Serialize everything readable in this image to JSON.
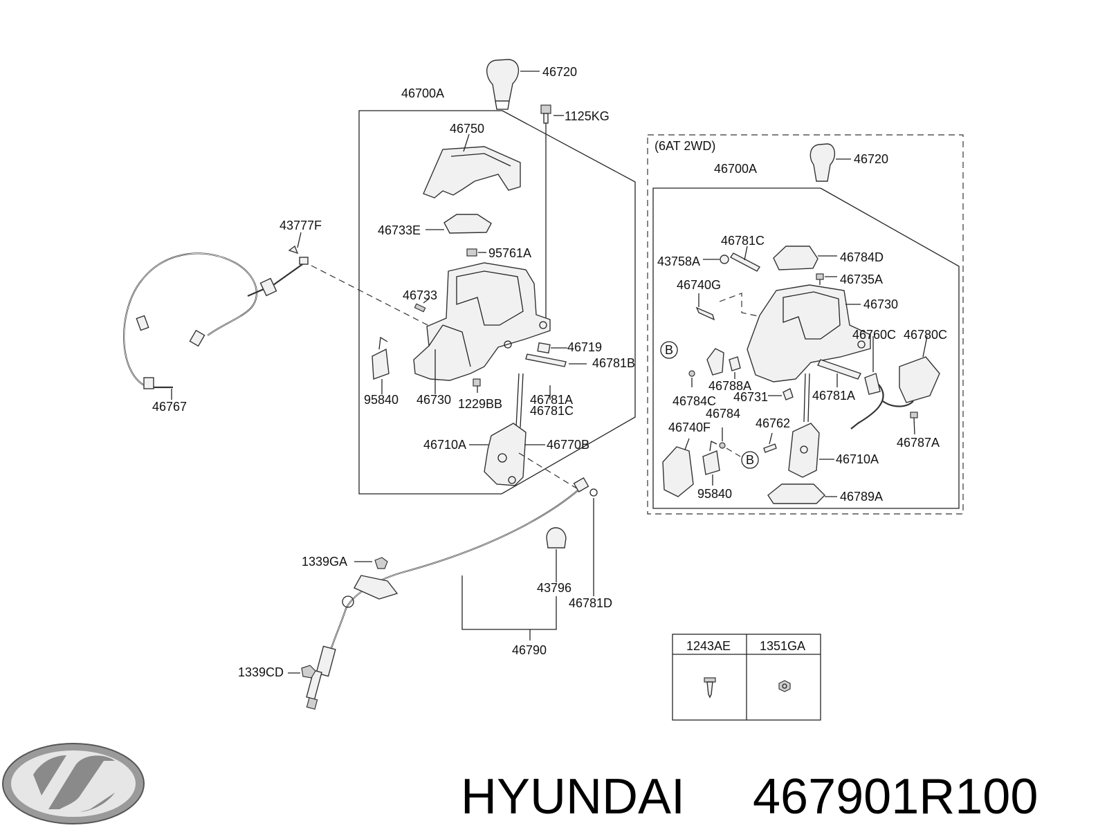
{
  "diagram": {
    "brand": "HYUNDAI",
    "part_number": "467901R100",
    "variant_label": "(6AT 2WD)",
    "callouts_main": [
      "46720",
      "46700A",
      "1125KG",
      "46750",
      "46733E",
      "95761A",
      "46733",
      "46719",
      "46781B",
      "95840",
      "46730",
      "1229BB",
      "46781A",
      "46781C",
      "46710A",
      "46770B",
      "43777F",
      "46767"
    ],
    "callouts_inset": [
      "46720",
      "46700A",
      "46781C",
      "46784D",
      "43758A",
      "46735A",
      "46740G",
      "46730",
      "46760C",
      "46780C",
      "B",
      "46788A",
      "46784C",
      "46731",
      "46781A",
      "46784",
      "46740F",
      "46762",
      "46787A",
      "46710A",
      "B",
      "95840",
      "46789A"
    ],
    "callouts_cable": [
      "1339GA",
      "43796",
      "46781D",
      "46790",
      "1339CD"
    ],
    "fastener_table": {
      "headers": [
        "1243AE",
        "1351GA"
      ],
      "icons": [
        "screw-icon",
        "nut-icon"
      ]
    },
    "logo": "hyundai-logo"
  }
}
